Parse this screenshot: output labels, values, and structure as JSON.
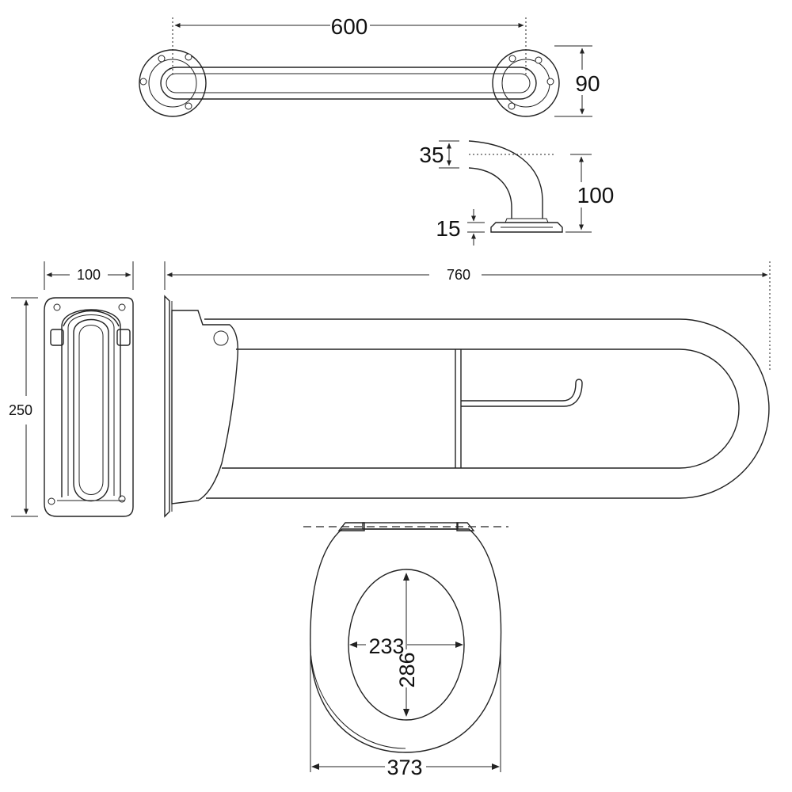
{
  "dimensions": {
    "grab_rail_length": "600",
    "grab_rail_flange_diameter": "90",
    "rail_tube_diameter": "35",
    "rail_projection": "100",
    "flange_thickness": "15",
    "hinged_bracket_width": "100",
    "hinged_bracket_height": "250",
    "hinged_rail_length": "760",
    "seat_opening_width": "233",
    "seat_opening_depth": "286",
    "seat_width": "373"
  }
}
